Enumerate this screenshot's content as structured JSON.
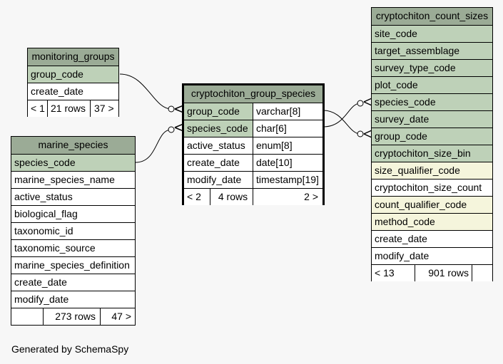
{
  "tables": {
    "monitoring_groups": {
      "name": "monitoring_groups",
      "columns": [
        "group_code",
        "create_date"
      ],
      "footer": {
        "children": "< 1",
        "rows": "21 rows",
        "parents": "37 >"
      }
    },
    "marine_species": {
      "name": "marine_species",
      "columns": [
        "species_code",
        "marine_species_name",
        "active_status",
        "biological_flag",
        "taxonomic_id",
        "taxonomic_source",
        "marine_species_definition",
        "create_date",
        "modify_date"
      ],
      "footer": {
        "children": "",
        "rows": "273 rows",
        "parents": "47 >"
      }
    },
    "cryptochiton_group_species": {
      "name": "cryptochiton_group_species",
      "columns": [
        "group_code",
        "species_code",
        "active_status",
        "create_date",
        "modify_date"
      ],
      "types": [
        "varchar[8]",
        "char[6]",
        "enum[8]",
        "date[10]",
        "timestamp[19]"
      ],
      "footer": {
        "children": "< 2",
        "rows": "4 rows",
        "parents": "2 >"
      }
    },
    "cryptochiton_count_sizes": {
      "name": "cryptochiton_count_sizes",
      "columns": [
        "site_code",
        "target_assemblage",
        "survey_type_code",
        "plot_code",
        "species_code",
        "survey_date",
        "group_code",
        "cryptochiton_size_bin",
        "size_qualifier_code",
        "cryptochiton_size_count",
        "count_qualifier_code",
        "method_code",
        "create_date",
        "modify_date"
      ],
      "footer": {
        "children": "< 13",
        "rows": "901 rows",
        "parents": ""
      }
    }
  },
  "colors": {
    "header": "#9bab96",
    "key": "#bed1b8",
    "indexed": "#f5f5dc",
    "plain": "#ffffff",
    "background": "#f7f7f7"
  },
  "footer_text": "Generated by SchemaSpy"
}
